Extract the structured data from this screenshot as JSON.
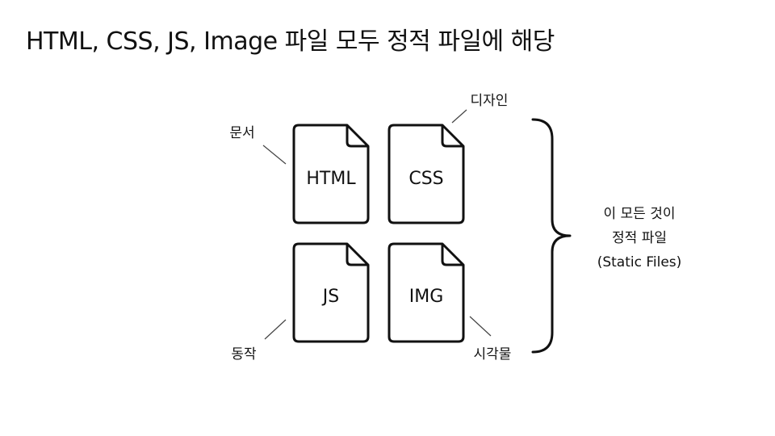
{
  "title": "HTML, CSS, JS, Image 파일 모두 정적 파일에 해당",
  "files": {
    "html": {
      "label": "HTML",
      "note": "문서"
    },
    "css": {
      "label": "CSS",
      "note": "디자인"
    },
    "js": {
      "label": "JS",
      "note": "동작"
    },
    "img": {
      "label": "IMG",
      "note": "시각물"
    }
  },
  "summary": {
    "line1": "이 모든 것이",
    "line2": "정적 파일",
    "line3": "(Static Files)"
  }
}
